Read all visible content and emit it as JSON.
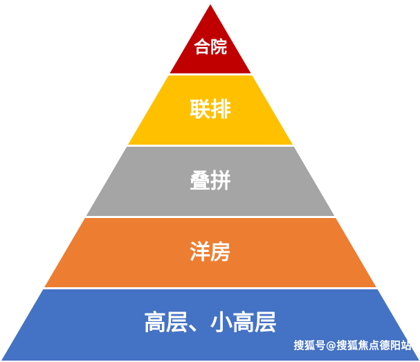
{
  "pyramid": {
    "tiers": [
      {
        "label": "合院",
        "color": "#C00000"
      },
      {
        "label": "联排",
        "color": "#FFC000"
      },
      {
        "label": "叠拼",
        "color": "#A5A5A5"
      },
      {
        "label": "洋房",
        "color": "#ED7D31"
      },
      {
        "label": "高层、小高层",
        "color": "#4472C4"
      }
    ]
  },
  "watermark": {
    "text": "搜狐号@搜狐焦点德阳站"
  }
}
